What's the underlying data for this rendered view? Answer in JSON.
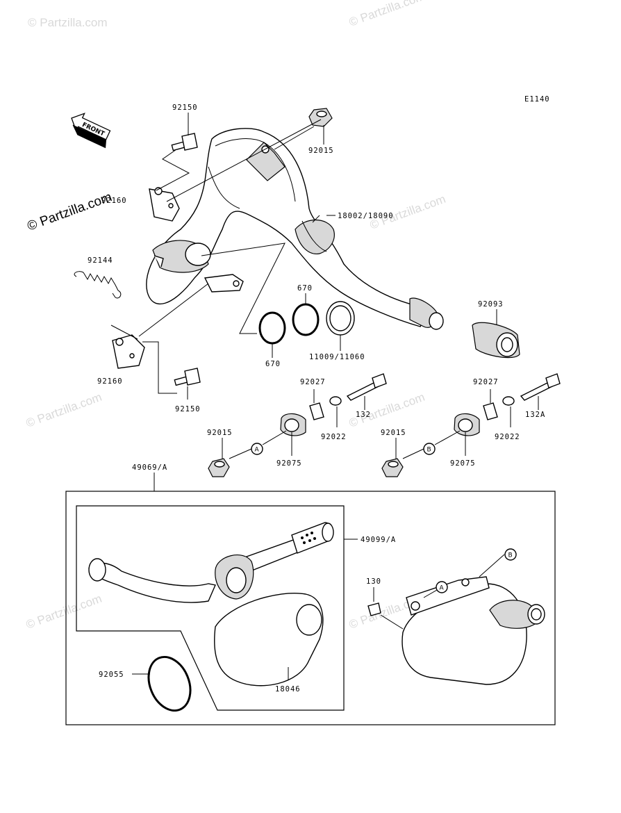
{
  "diagram_code": "E1140",
  "watermark_text": "© Partzilla.com",
  "front_label": "FRONT",
  "labels": {
    "p92150_top": "92150",
    "p92015_top": "92015",
    "p92160_top": "92160",
    "p18002": "18002/18090",
    "p92144": "92144",
    "p670_top": "670",
    "p670_bottom": "670",
    "p11009": "11009/11060",
    "p92093": "92093",
    "p92160_bottom": "92160",
    "p92150_bottom": "92150",
    "p92027_a": "92027",
    "p132": "132",
    "p92022_a": "92022",
    "p92027_b": "92027",
    "p132A": "132A",
    "p92022_b": "92022",
    "p92015_a": "92015",
    "p92075_a": "92075",
    "p92015_b": "92015",
    "p92075_b": "92075",
    "p49069": "49069/A",
    "p49099": "49099/A",
    "p130": "130",
    "p92055": "92055",
    "p18046": "18046"
  },
  "ref_markers": {
    "a1": "A",
    "b1": "B",
    "a2": "A",
    "b2": "B"
  }
}
